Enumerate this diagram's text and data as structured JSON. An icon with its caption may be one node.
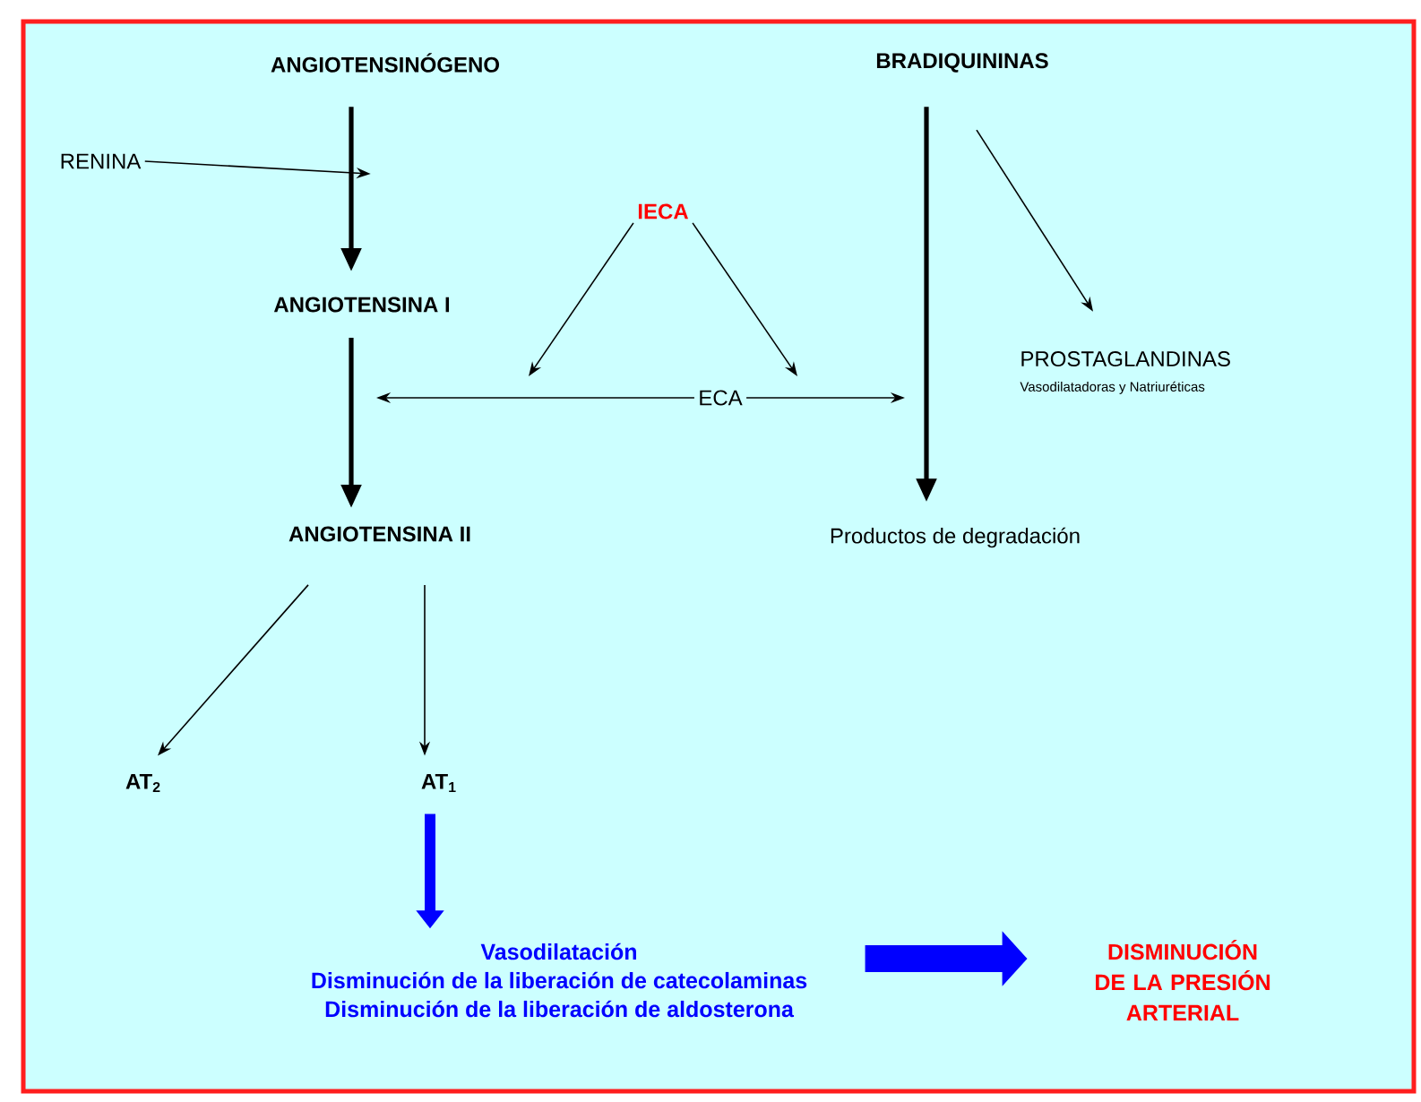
{
  "diagram": {
    "nodes": [
      {
        "text": [
          "ANGIOTENSINÓGENO"
        ]
      },
      {
        "text": [
          "BRADIQUININAS"
        ]
      },
      {
        "text": [
          "RENINA"
        ]
      },
      {
        "text": [
          "IECA"
        ]
      },
      {
        "text": [
          "ANGIOTENSINA I"
        ]
      },
      {
        "text": [
          "PROSTAGLANDINAS",
          "Vasodilatadoras y Natriuréticas"
        ]
      },
      {
        "text": [
          "ECA"
        ]
      },
      {
        "text": [
          "ANGIOTENSINA II"
        ]
      },
      {
        "text": [
          "Productos de degradación"
        ]
      },
      {
        "text": [
          "AT$_{2}$"
        ]
      },
      {
        "text": [
          "AT$_{1}$"
        ]
      },
      {
        "text": [
          "Vasodilatación",
          "Disminución de la liberación de catecolaminas",
          "Disminución de la liberación de aldosterona"
        ]
      },
      {
        "text": [
          "DISMINUCIÓN DE LA PRESIÓN ARTERIAL"
        ]
      }
    ],
    "edges": [
      {
        "from": 0,
        "to": 4,
        "arrow": "to",
        "style": "thick"
      },
      {
        "from": 2,
        "to": null,
        "arrow": "to"
      },
      {
        "from": 4,
        "to": 7,
        "arrow": "to",
        "style": "thick"
      },
      {
        "from": 1,
        "to": 8,
        "arrow": "to",
        "style": "thick"
      },
      {
        "from": 1,
        "to": 5,
        "arrow": "to"
      },
      {
        "from": 3,
        "to": null,
        "arrow": "to"
      },
      {
        "from": 3,
        "to": null,
        "arrow": "to"
      },
      {
        "from": 6,
        "to": null,
        "arrow": "to"
      },
      {
        "from": 6,
        "to": null,
        "arrow": "to"
      },
      {
        "from": 7,
        "to": 9,
        "arrow": "to"
      },
      {
        "from": 7,
        "to": 10,
        "arrow": "to"
      },
      {
        "from": 10,
        "to": 11,
        "arrow": "to",
        "style": "thick",
        "color": "#0000ff"
      },
      {
        "from": 11,
        "to": 12,
        "arrow": "to",
        "style": "thick",
        "color": "#0000ff"
      }
    ]
  }
}
